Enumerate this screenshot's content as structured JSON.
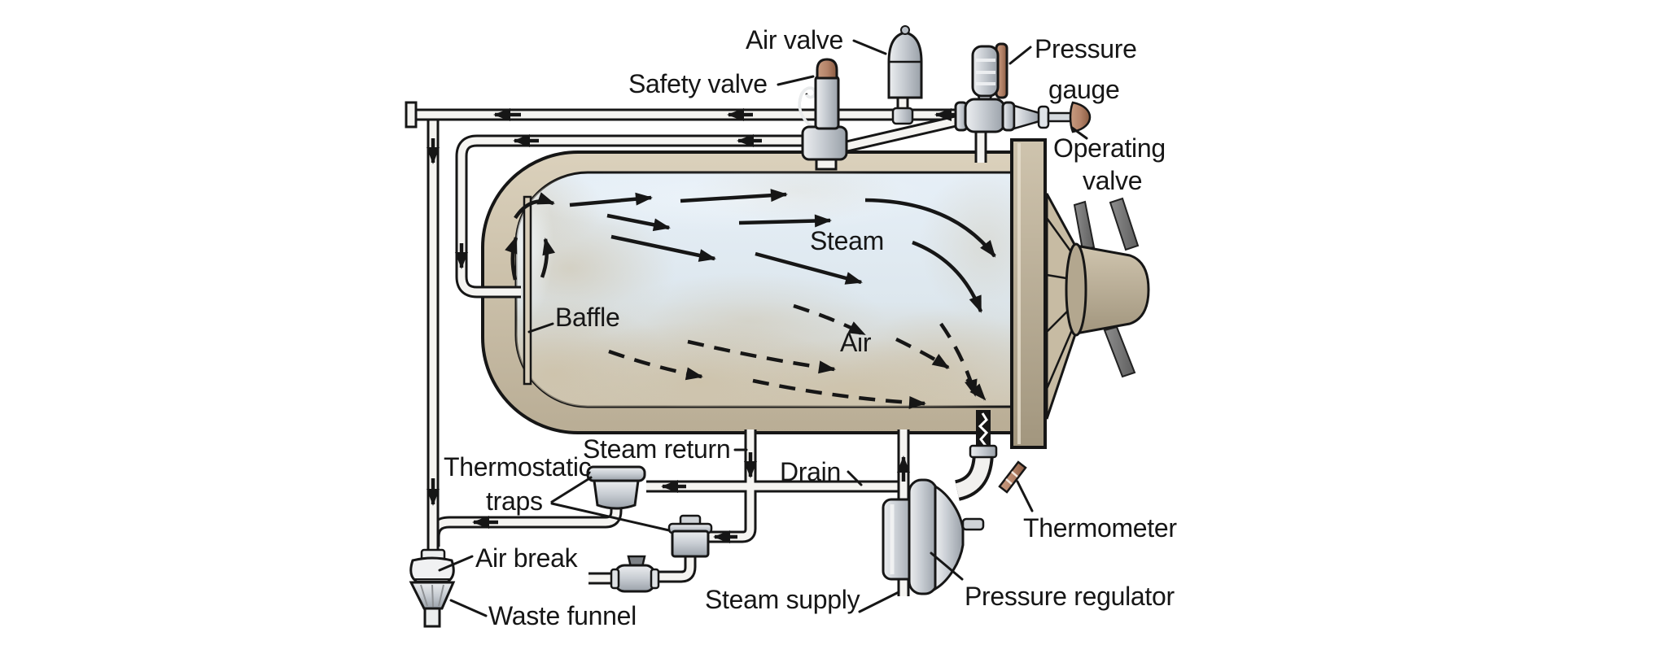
{
  "labels": {
    "air_valve": "Air valve",
    "safety_valve": "Safety valve",
    "pressure_gauge_1": "Pressure",
    "pressure_gauge_2": "gauge",
    "operating_valve_1": "Operating",
    "operating_valve_2": "valve",
    "steam": "Steam",
    "air": "Air",
    "baffle": "Baffle",
    "steam_return": "Steam return",
    "drain": "Drain",
    "thermostatic_traps_1": "Thermostatic",
    "thermostatic_traps_2": "traps",
    "air_break": "Air break",
    "waste_funnel": "Waste funnel",
    "steam_supply": "Steam supply",
    "pressure_regulator": "Pressure regulator",
    "thermometer": "Thermometer"
  },
  "colors": {
    "background": "#ffffff",
    "line": "#161616",
    "shell_light": "#dbd1bc",
    "shell_dark": "#b9ad95",
    "interior_top": "#e6eff7",
    "interior_bottom": "#cfc6b2",
    "cloud": "#cdc2aa",
    "pipe_fill": "#f5f4f1",
    "metal_light": "#eceef0",
    "metal_dark": "#99a0a8",
    "copper": "#b5846a",
    "copper_dark": "#8a5b41",
    "handle_dark": "#5e5e5e",
    "handle_light": "#8d8d8d",
    "text": "#161616"
  }
}
